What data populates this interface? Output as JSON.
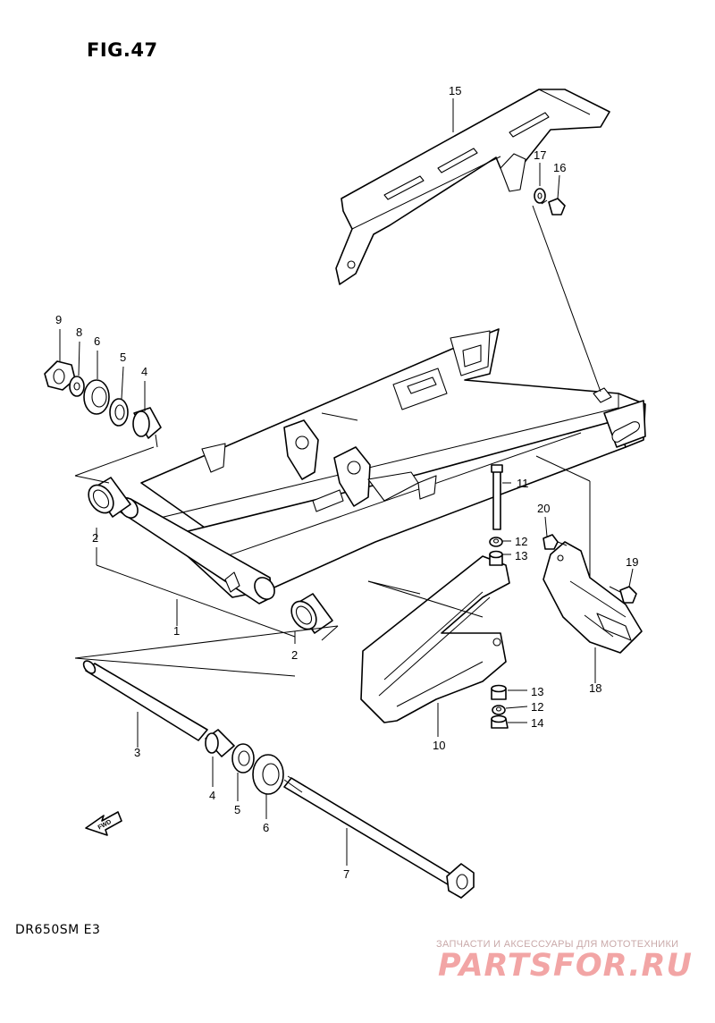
{
  "figure_title": "FIG.47",
  "model_code": "DR650SM E3",
  "fwd_icon_text": "FWD",
  "watermark": {
    "tagline": "ЗАПЧАСТИ И АКСЕССУАРЫ ДЛЯ МОТОТЕХНИКИ",
    "logo": "PARTSFOR.RU"
  },
  "callouts": {
    "c1": "1",
    "c2a": "2",
    "c2b": "2",
    "c3": "3",
    "c4a": "4",
    "c4b": "4",
    "c5a": "5",
    "c5b": "5",
    "c6a": "6",
    "c6b": "6",
    "c7": "7",
    "c8": "8",
    "c9": "9",
    "c10": "10",
    "c11": "11",
    "c12a": "12",
    "c12b": "12",
    "c13a": "13",
    "c13b": "13",
    "c14": "14",
    "c15": "15",
    "c16": "16",
    "c17": "17",
    "c18": "18",
    "c19": "19",
    "c20": "20"
  },
  "colors": {
    "line": "#000000",
    "background": "#ffffff",
    "watermark": "#f2a5a5"
  }
}
